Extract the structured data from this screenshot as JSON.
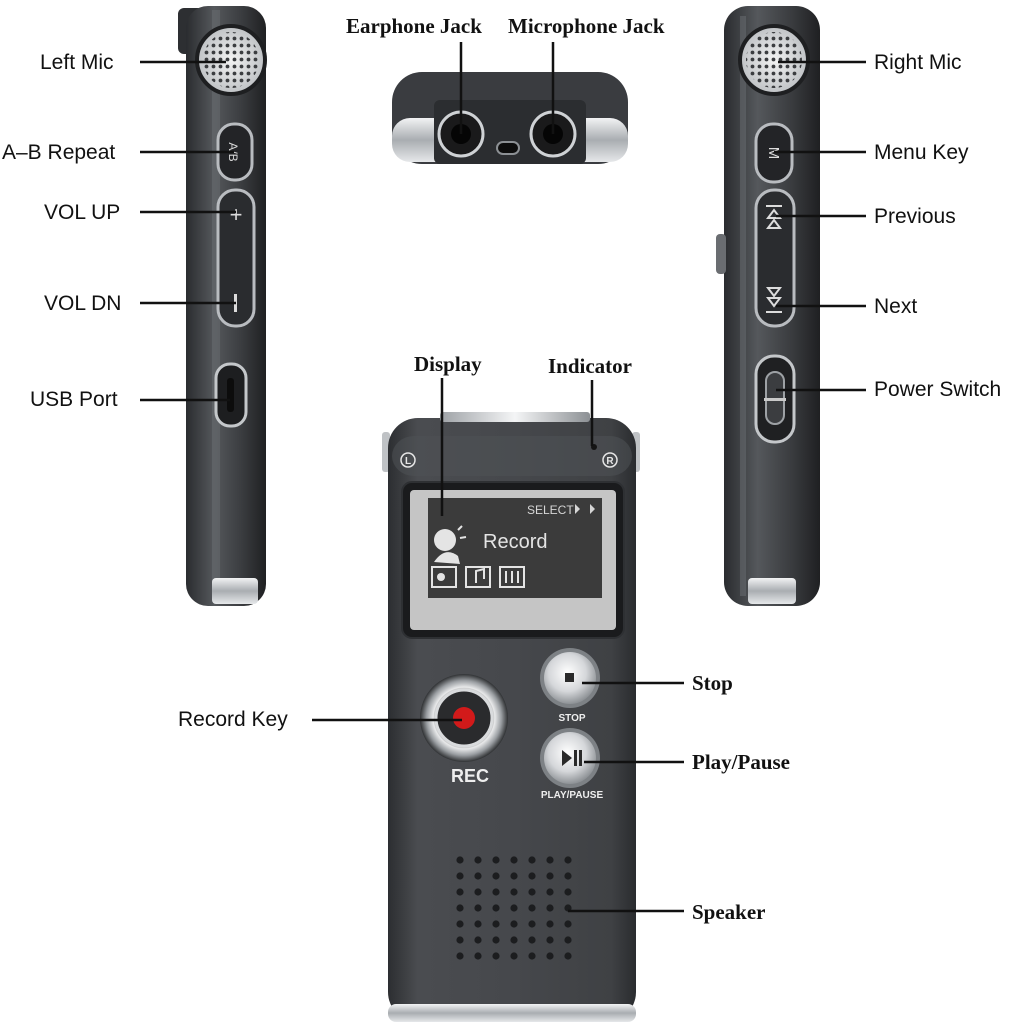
{
  "colors": {
    "body_dark": "#3d3f42",
    "body_mid": "#55585c",
    "chrome": "#cfd2d5",
    "screen_bg": "#c5c5c5",
    "rec_dot": "#d21a1a",
    "leader_line": "#111111"
  },
  "labels": {
    "left_mic": "Left Mic",
    "ab_repeat": "A–B Repeat",
    "vol_up": "VOL UP",
    "vol_dn": "VOL DN",
    "usb_port": "USB Port",
    "earphone_jack": "Earphone Jack",
    "microphone_jack": "Microphone Jack",
    "right_mic": "Right Mic",
    "menu_key": "Menu Key",
    "previous": "Previous",
    "next": "Next",
    "power_switch": "Power Switch",
    "display": "Display",
    "indicator": "Indicator",
    "stop": "Stop",
    "play_pause": "Play/Pause",
    "record_key": "Record Key",
    "speaker": "Speaker"
  },
  "device": {
    "screen_select": "SELECT",
    "screen_mode": "Record",
    "rec_caption": "REC",
    "stop_caption": "STOP",
    "play_caption": "PLAY/PAUSE",
    "corner_left": "L",
    "corner_right": "R",
    "ab_button_text": "A/B",
    "menu_button_text": "M"
  },
  "icons": {
    "left_mic": "microphone-grille",
    "right_mic": "microphone-grille",
    "earphone_jack": "audio-jack",
    "microphone_jack": "audio-jack",
    "screen_mode": "speaking-head-icon",
    "screen_tabs": [
      "voice-record-icon",
      "music-note-icon",
      "settings-icon"
    ],
    "speaker": "speaker-grille"
  }
}
